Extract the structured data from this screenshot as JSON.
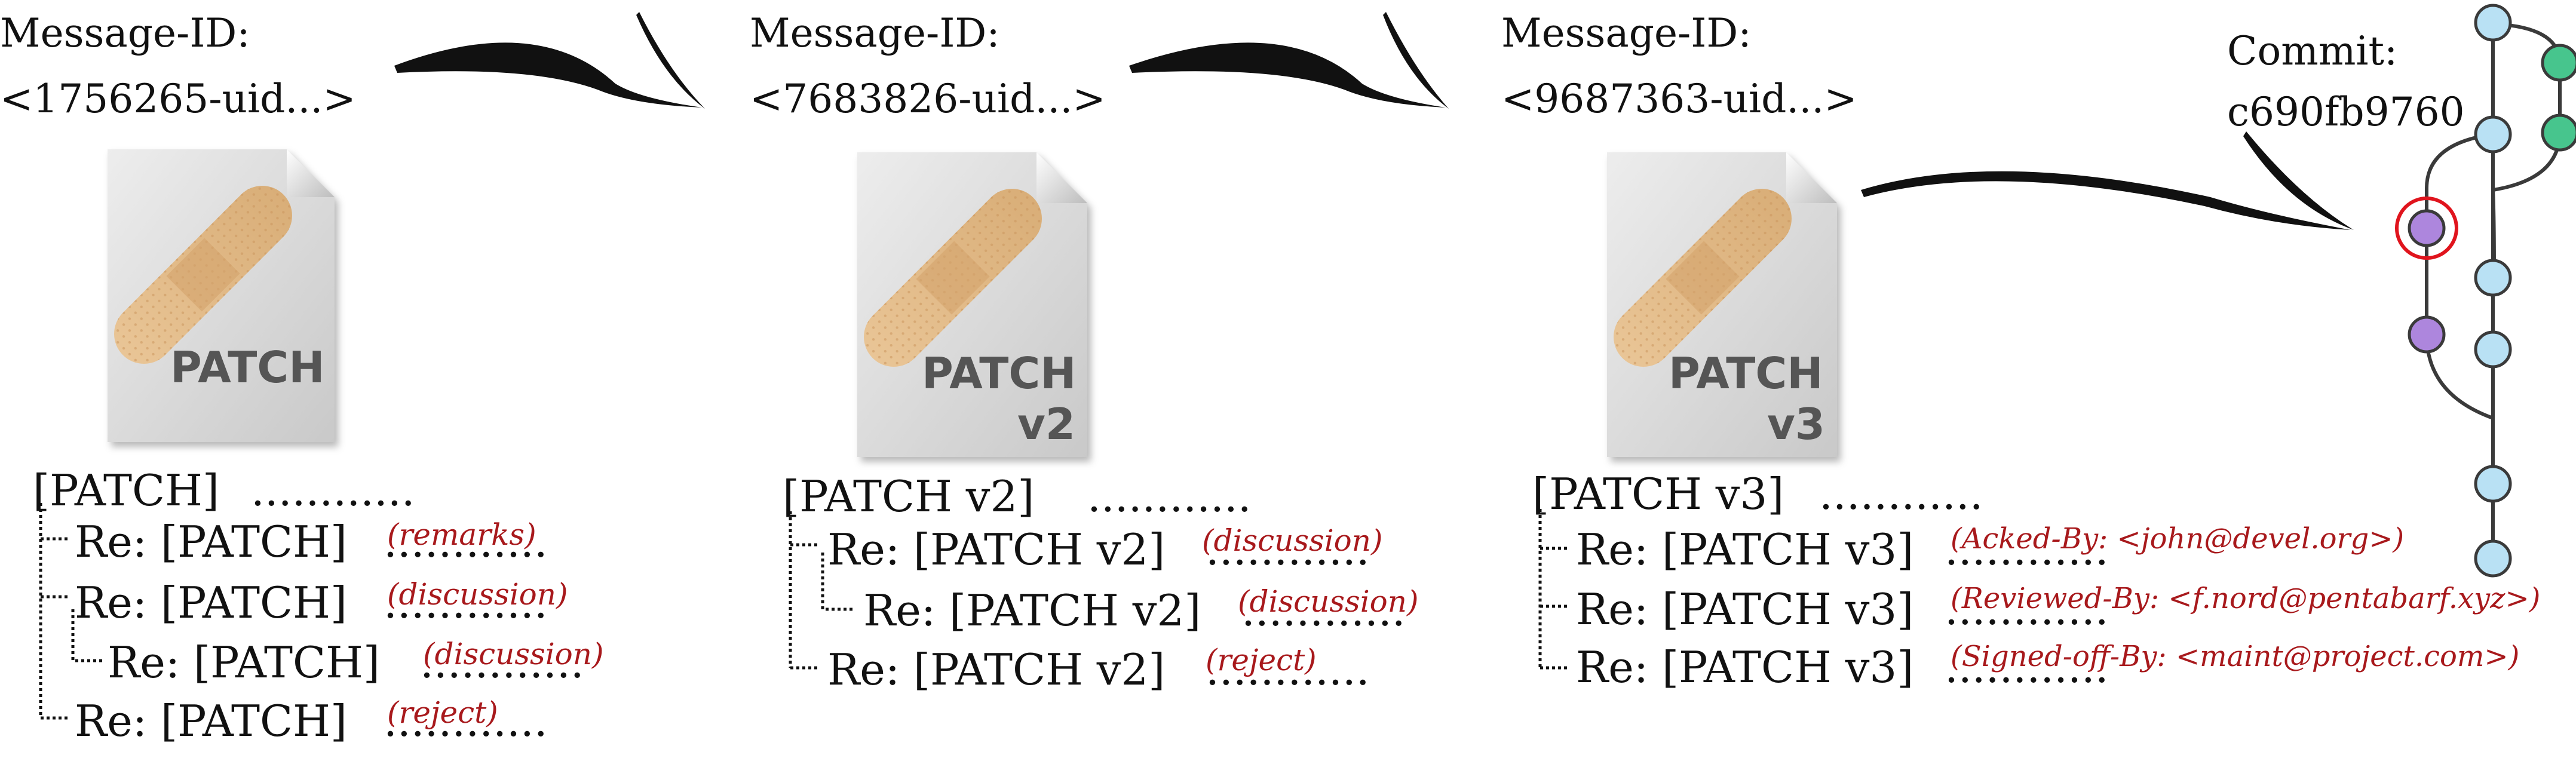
{
  "colors": {
    "text": "#111111",
    "annotation": "#a8191c",
    "icon_gray": "#d6d6d6",
    "bandage": "#e2bd8d",
    "node_blue": "#b9e1f4",
    "node_purple": "#ad86dd",
    "node_green": "#47c58d",
    "highlight_ring": "#e0141d"
  },
  "icons": [
    "patch-file-icon",
    "bandage-icon",
    "arrow-icon",
    "commit-graph-icon"
  ],
  "stages": [
    {
      "message_label": "Message-ID:",
      "message_id": "<1756265-uid...>",
      "icon_label": "PATCH",
      "icon_version": "",
      "thread": [
        {
          "level": 0,
          "subject": "[PATCH]",
          "annotation": ""
        },
        {
          "level": 1,
          "subject": "Re: [PATCH]",
          "annotation": "(remarks)"
        },
        {
          "level": 1,
          "subject": "Re: [PATCH]",
          "annotation": "(discussion)"
        },
        {
          "level": 2,
          "subject": "Re: [PATCH]",
          "annotation": "(discussion)"
        },
        {
          "level": 1,
          "subject": "Re: [PATCH]",
          "annotation": "(reject)"
        }
      ]
    },
    {
      "message_label": "Message-ID:",
      "message_id": "<7683826-uid...>",
      "icon_label": "PATCH",
      "icon_version": "v2",
      "thread": [
        {
          "level": 0,
          "subject": "[PATCH v2]",
          "annotation": ""
        },
        {
          "level": 1,
          "subject": "Re: [PATCH v2]",
          "annotation": "(discussion)"
        },
        {
          "level": 2,
          "subject": "Re: [PATCH v2]",
          "annotation": "(discussion)"
        },
        {
          "level": 1,
          "subject": "Re: [PATCH v2]",
          "annotation": "(reject)"
        }
      ]
    },
    {
      "message_label": "Message-ID:",
      "message_id": "<9687363-uid...>",
      "icon_label": "PATCH",
      "icon_version": "v3",
      "thread": [
        {
          "level": 0,
          "subject": "[PATCH v3]",
          "annotation": ""
        },
        {
          "level": 1,
          "subject": "Re: [PATCH v3]",
          "annotation": "(Acked-By: <john@devel.org>)"
        },
        {
          "level": 1,
          "subject": "Re: [PATCH v3]",
          "annotation": "(Reviewed-By: <f.nord@pentabarf.xyz>)"
        },
        {
          "level": 1,
          "subject": "Re: [PATCH v3]",
          "annotation": "(Signed-off-By: <maint@project.com>)"
        }
      ]
    }
  ],
  "commit": {
    "label": "Commit:",
    "hash": "c690fb9760"
  },
  "dots": "............"
}
